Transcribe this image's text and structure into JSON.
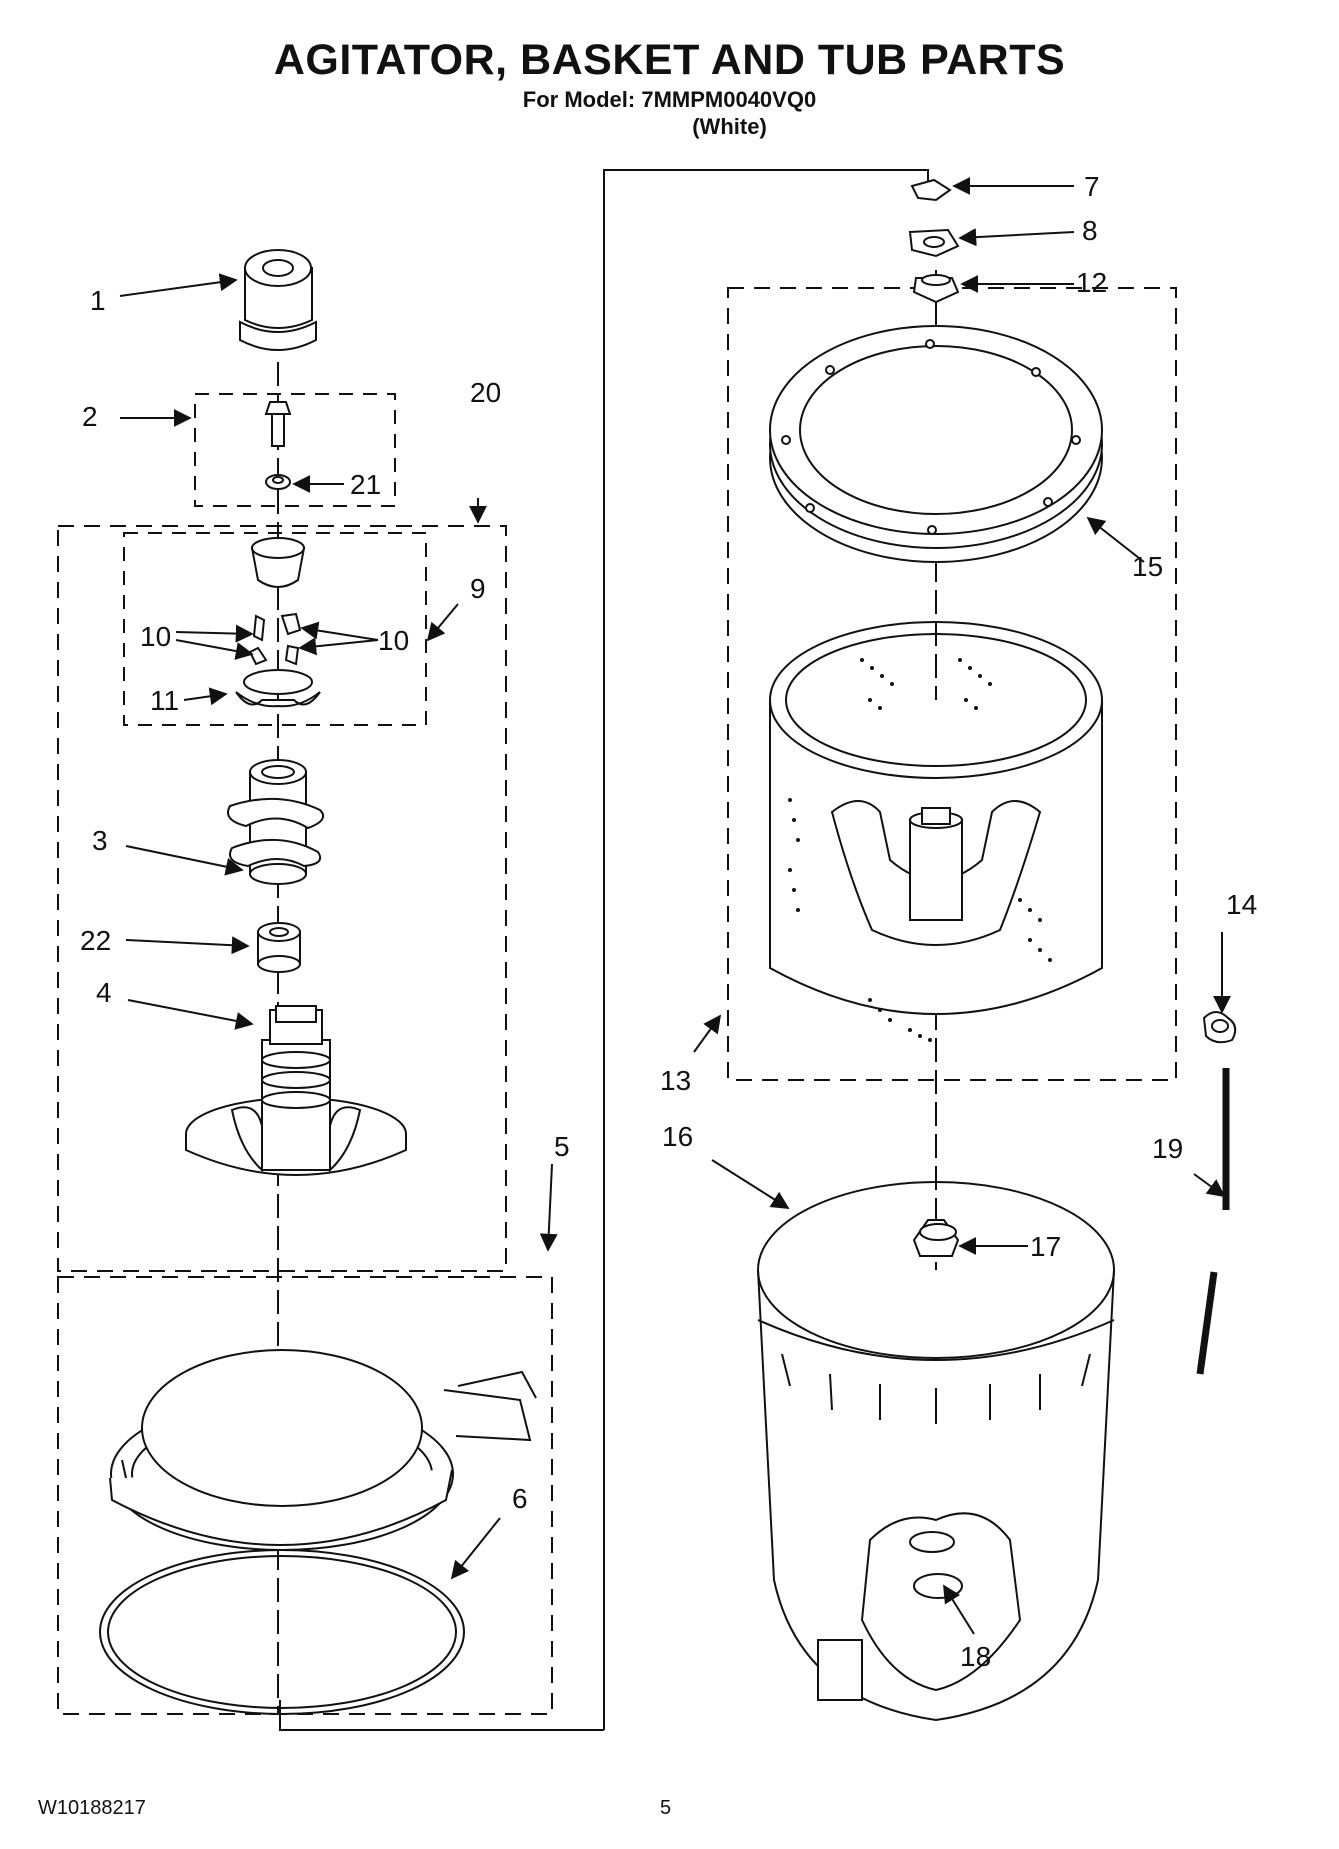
{
  "header": {
    "title": "AGITATOR, BASKET AND TUB PARTS",
    "model_line": "For Model: 7MMPM0040VQ0",
    "color_line": "(White)"
  },
  "footer": {
    "doc_number": "W10188217",
    "page_number": "5"
  },
  "callouts": {
    "c1": "1",
    "c2": "2",
    "c3": "3",
    "c4": "4",
    "c5": "5",
    "c6": "6",
    "c7": "7",
    "c8": "8",
    "c9": "9",
    "c10a": "10",
    "c10b": "10",
    "c11": "11",
    "c12": "12",
    "c13": "13",
    "c14": "14",
    "c15": "15",
    "c16": "16",
    "c17": "17",
    "c18": "18",
    "c19": "19",
    "c20": "20",
    "c21": "21",
    "c22": "22"
  }
}
